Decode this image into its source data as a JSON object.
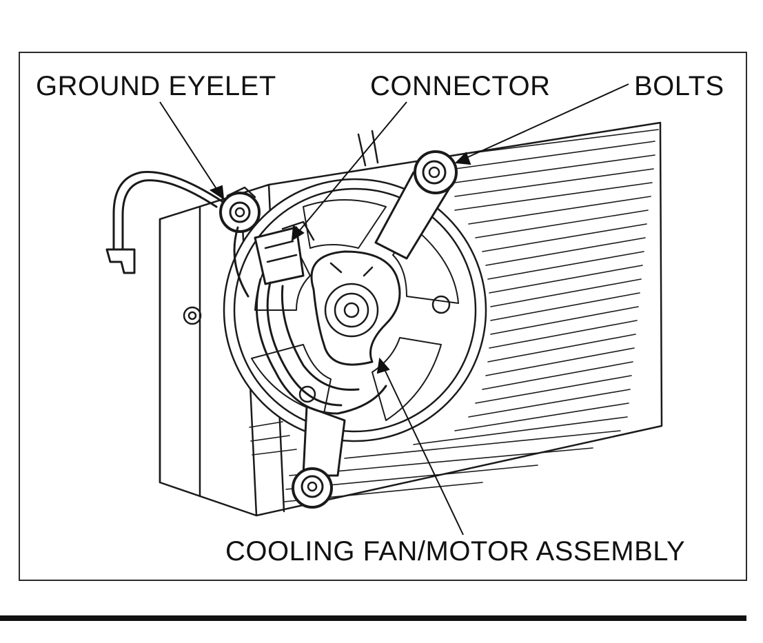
{
  "figure": {
    "labels": {
      "ground_eyelet": "GROUND EYELET",
      "connector": "CONNECTOR",
      "bolts": "BOLTS",
      "cooling_fan": "COOLING FAN/MOTOR ASSEMBLY"
    }
  },
  "page_number_fragment": "",
  "colors": {
    "ink": "#111111",
    "paper": "#ffffff"
  }
}
